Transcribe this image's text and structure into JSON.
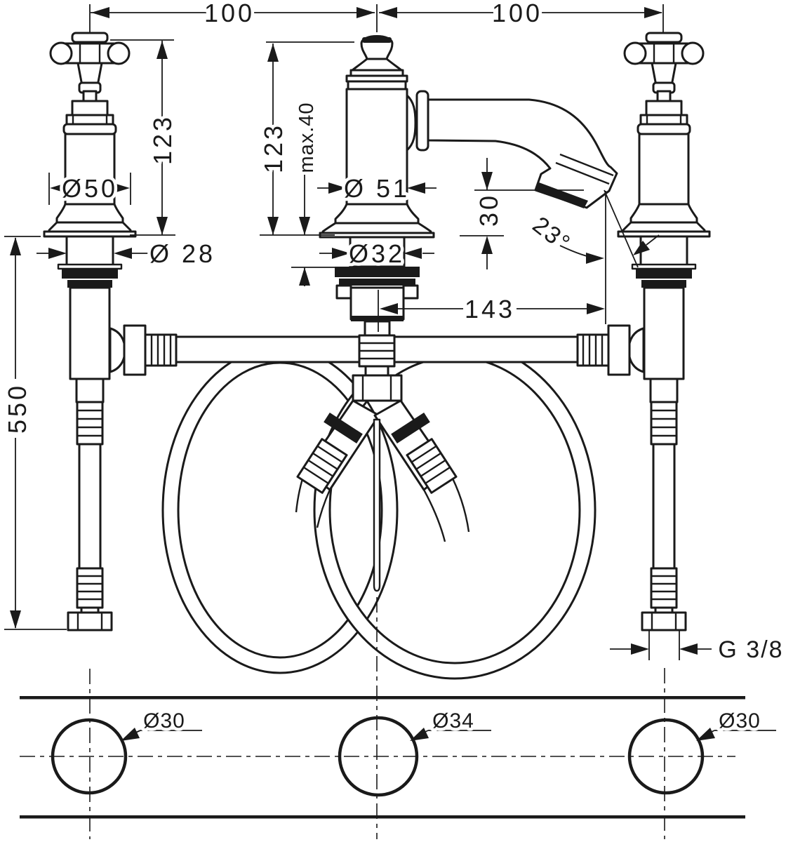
{
  "drawing_type": "faucet-installation-dimensional-drawing",
  "dimensions": {
    "hole_spacing_left": "100",
    "hole_spacing_right": "100",
    "handle_height": "123",
    "spout_body_height": "123",
    "max_deck_thickness": "max.40",
    "handle_base_diameter": "Ø50",
    "spout_base_diameter": "Ø 51",
    "handle_shank_diameter": "Ø 28",
    "spout_shank_diameter": "Ø32",
    "spout_outlet_height": "30",
    "spout_outlet_angle": "23°",
    "spout_reach": "143",
    "hose_length": "550",
    "supply_thread": "G 3/8",
    "drill_hole_left": "Ø30",
    "drill_hole_center": "Ø34",
    "drill_hole_right": "Ø30"
  },
  "colors": {
    "line": "#1a1a1a",
    "background": "#ffffff"
  }
}
